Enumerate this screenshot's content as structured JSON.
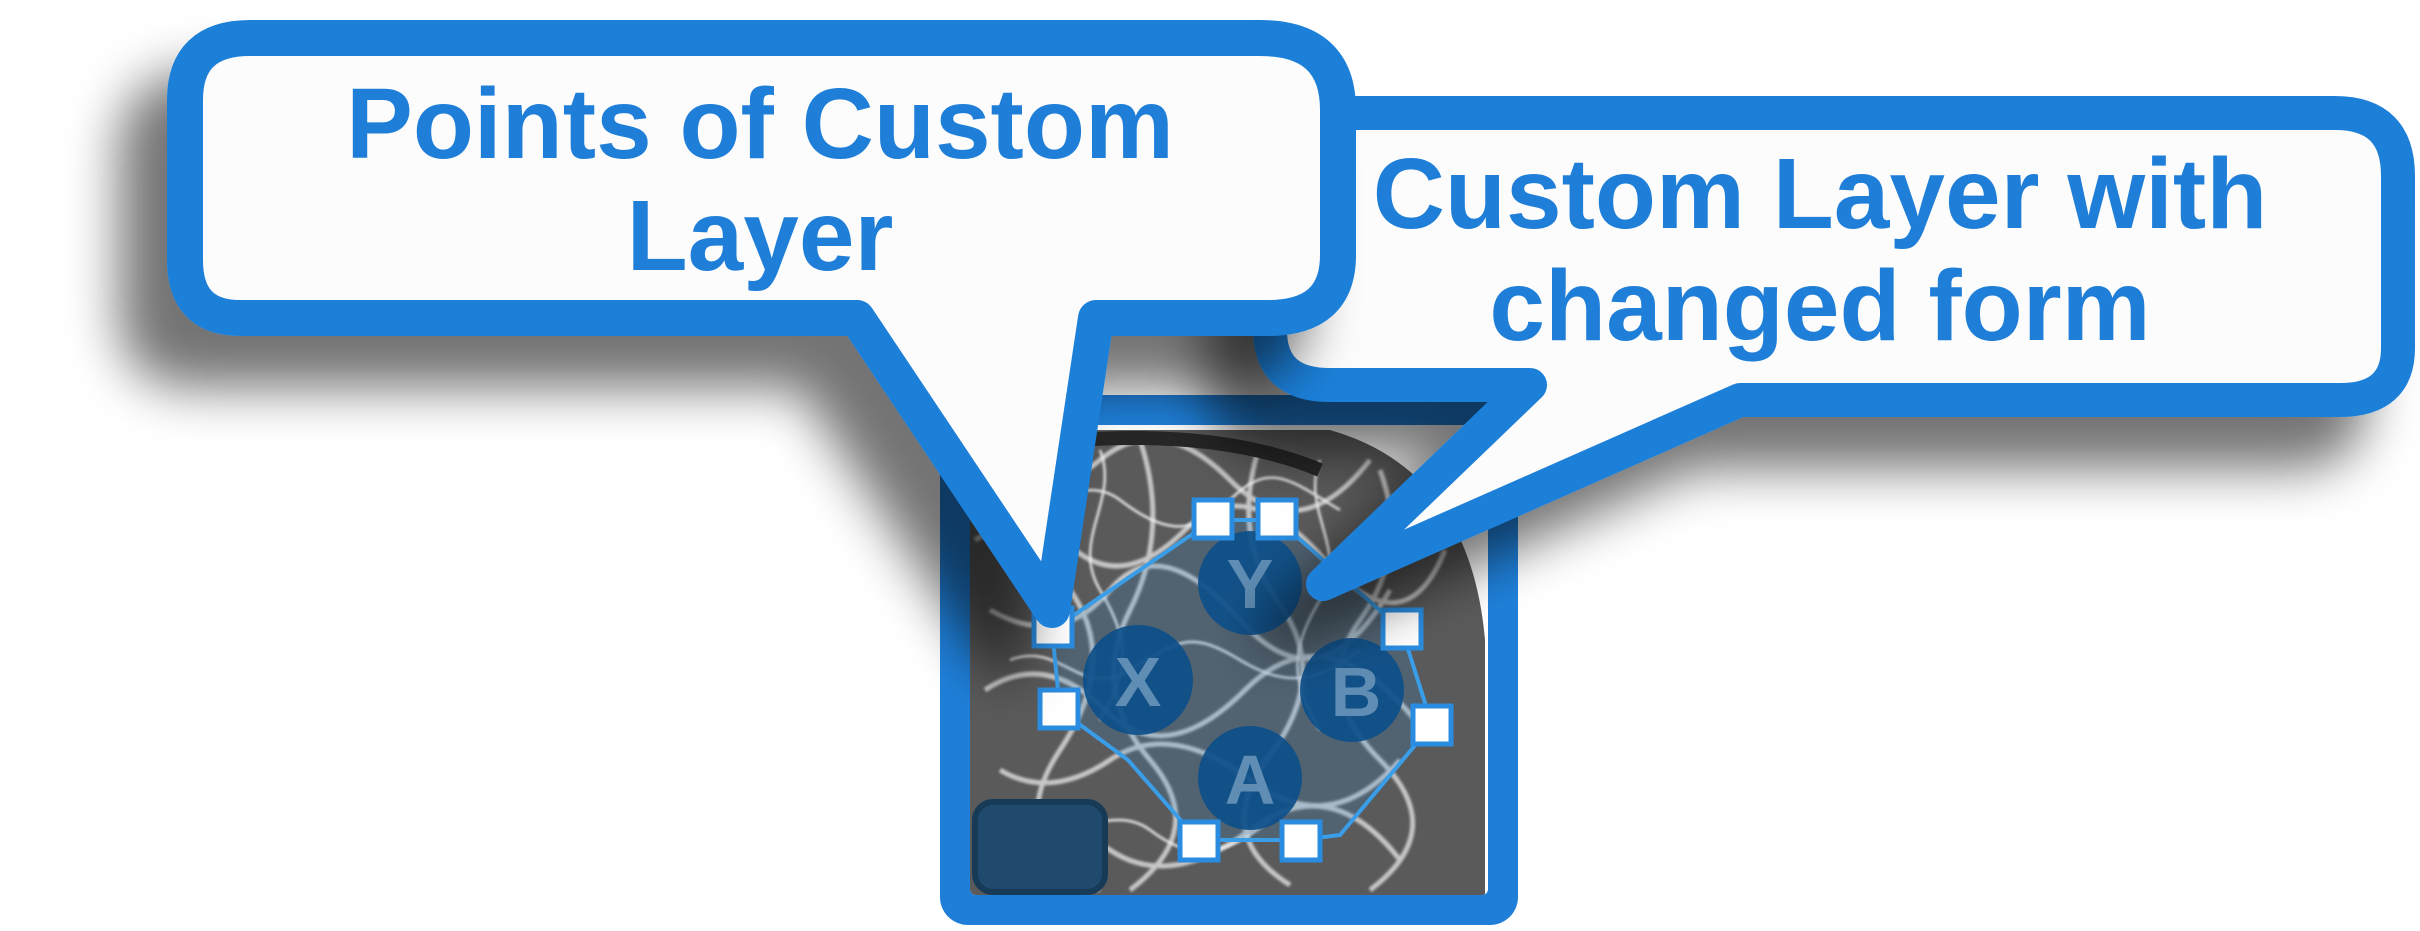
{
  "callouts": {
    "left": {
      "line1": "Points of Custom",
      "line2": "Layer"
    },
    "right": {
      "line1": "Custom Layer with",
      "line2": "changed form"
    }
  },
  "gamepad": {
    "buttons": [
      {
        "label": "Y"
      },
      {
        "label": "X"
      },
      {
        "label": "B"
      },
      {
        "label": "A"
      }
    ]
  },
  "colors": {
    "accent": "#1f7fd8",
    "button_fill": "#0d4f8a",
    "background": "#ffffff"
  }
}
